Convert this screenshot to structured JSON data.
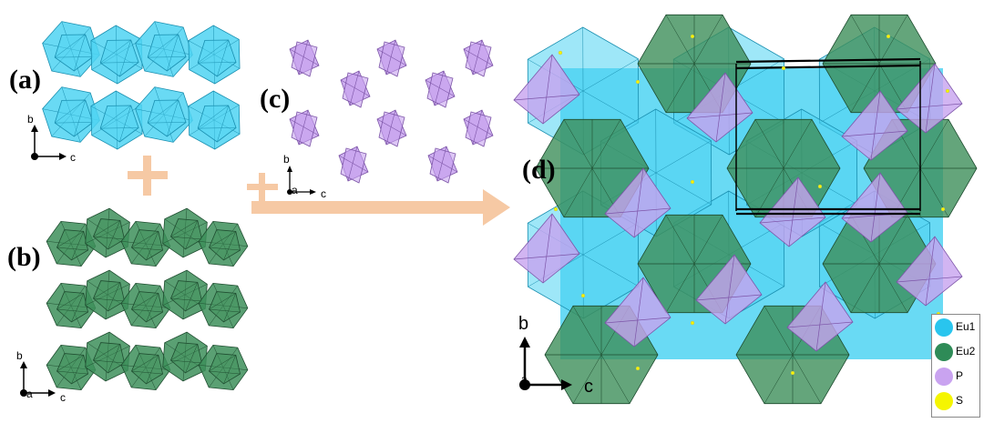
{
  "panels": {
    "a": {
      "label": "(a)"
    },
    "b": {
      "label": "(b)"
    },
    "c": {
      "label": "(c)"
    },
    "d": {
      "label": "(d)"
    }
  },
  "axes": {
    "a": {
      "vertical": "b",
      "horizontal": "c"
    },
    "b": {
      "vertical": "b",
      "horizontal": "c",
      "out_of_plane": "a"
    },
    "c": {
      "vertical": "b",
      "horizontal": "c",
      "out_of_plane": "a"
    },
    "d": {
      "vertical": "b",
      "horizontal": "c",
      "out_of_plane": "a"
    }
  },
  "legend": {
    "items": [
      {
        "label": "Eu1",
        "color": "#29c5ee"
      },
      {
        "label": "Eu2",
        "color": "#2e8b57"
      },
      {
        "label": "P",
        "color": "#c9a3f0"
      },
      {
        "label": "S",
        "color": "#f5f500"
      }
    ]
  },
  "colors": {
    "eu1_fill": "#4fd3f2",
    "eu1_edge": "#1a8fb0",
    "eu2_fill": "#3d8f5a",
    "eu2_edge": "#1f4d30",
    "p_fill": "#c7a2ef",
    "p_edge": "#7d55a8",
    "plus": "#f6c9a4",
    "arrow": "#f6c9a4"
  }
}
